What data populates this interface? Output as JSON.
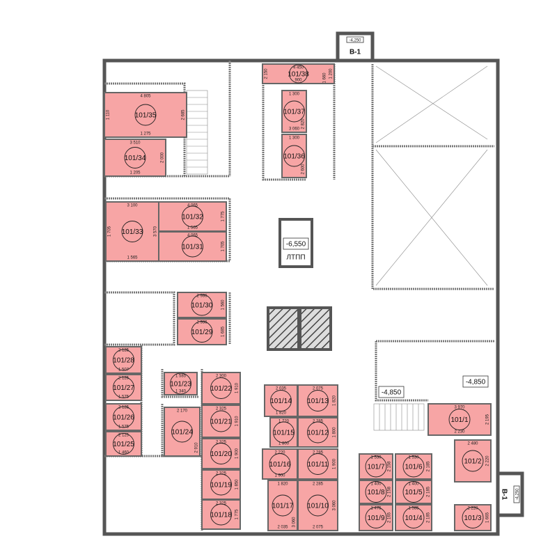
{
  "title": "Floor plan level -1",
  "section_marks": [
    "B-1",
    "B-1"
  ],
  "levels": [
    "-6,550",
    "-4,850",
    "-4,850",
    "-4,250",
    "-4,250"
  ],
  "core_label": "ЛТПП",
  "rooms": [
    {
      "id": "101/1",
      "dims": [
        "3 970",
        "2 195",
        "2 230"
      ]
    },
    {
      "id": "101/2",
      "dims": [
        "2 480",
        "2 220"
      ]
    },
    {
      "id": "101/3",
      "dims": [
        "2 220",
        "1 665"
      ]
    },
    {
      "id": "101/4",
      "dims": [
        "1 585",
        "2 185"
      ]
    },
    {
      "id": "101/5",
      "dims": [
        "1 400",
        "2 185"
      ]
    },
    {
      "id": "101/6",
      "dims": [
        "1 530",
        "2 185"
      ]
    },
    {
      "id": "101/7",
      "dims": [
        "1 530",
        "2 158"
      ]
    },
    {
      "id": "101/8",
      "dims": [
        "1 400",
        "2 158"
      ]
    },
    {
      "id": "101/9",
      "dims": [
        "1 475",
        "2 165"
      ]
    },
    {
      "id": "101/10",
      "dims": [
        "2 285",
        "3 060",
        "2 075"
      ]
    },
    {
      "id": "101/11",
      "dims": [
        "2 285",
        "1 900"
      ]
    },
    {
      "id": "101/12",
      "dims": [
        "2 285",
        "1 800"
      ]
    },
    {
      "id": "101/13",
      "dims": [
        "2 075",
        "1 820"
      ]
    },
    {
      "id": "101/14",
      "dims": [
        "2 035",
        "1 820"
      ]
    },
    {
      "id": "101/15",
      "dims": [
        "1 720",
        "1 800"
      ]
    },
    {
      "id": "101/16",
      "dims": [
        "2 220",
        "1 900"
      ]
    },
    {
      "id": "101/17",
      "dims": [
        "1 820",
        "3 060",
        "2 035"
      ]
    },
    {
      "id": "101/18",
      "dims": [
        "2 325",
        "1 775"
      ]
    },
    {
      "id": "101/19",
      "dims": [
        "2 325",
        "1 850"
      ]
    },
    {
      "id": "101/20",
      "dims": [
        "2 325",
        "1 900"
      ]
    },
    {
      "id": "101/21",
      "dims": [
        "2 325",
        "1 910"
      ]
    },
    {
      "id": "101/22",
      "dims": [
        "2 300",
        "1 910"
      ]
    },
    {
      "id": "101/23",
      "dims": [
        "1 585",
        "1 340"
      ]
    },
    {
      "id": "101/24",
      "dims": [
        "2 170",
        "2 910"
      ]
    },
    {
      "id": "101/25",
      "dims": [
        "2 125",
        "1 460"
      ]
    },
    {
      "id": "101/26",
      "dims": [
        "2 125",
        "1 575"
      ]
    },
    {
      "id": "101/27",
      "dims": [
        "2 125",
        "1 575"
      ]
    },
    {
      "id": "101/28",
      "dims": [
        "2 125",
        "1 507"
      ]
    },
    {
      "id": "101/29",
      "dims": [
        "2 986",
        "1 685"
      ]
    },
    {
      "id": "101/30",
      "dims": [
        "2 986",
        "1 560"
      ]
    },
    {
      "id": "101/31",
      "dims": [
        "4 065",
        "1 705"
      ]
    },
    {
      "id": "101/32",
      "dims": [
        "4 065",
        "1 775",
        "1 565"
      ]
    },
    {
      "id": "101/33",
      "dims": [
        "3 100",
        "3 570",
        "1 565",
        "1 705"
      ]
    },
    {
      "id": "101/34",
      "dims": [
        "3 510",
        "2 000",
        "1 205"
      ]
    },
    {
      "id": "101/35",
      "dims": [
        "4 805",
        "2 685",
        "1 275",
        "1 110"
      ]
    },
    {
      "id": "101/36",
      "dims": [
        "1 300",
        "2 600"
      ]
    },
    {
      "id": "101/37",
      "dims": [
        "1 300",
        "2 820",
        "3 060"
      ]
    },
    {
      "id": "101/38",
      "dims": [
        "4 450",
        "1 200",
        "900",
        "2 150",
        "1 660"
      ]
    }
  ],
  "colors": {
    "room_fill": "#f7a5a5",
    "wall": "#555555"
  }
}
